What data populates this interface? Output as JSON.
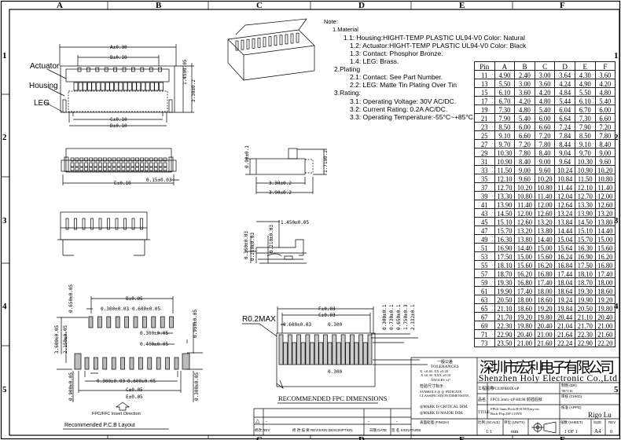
{
  "frame": {
    "columns": [
      "A",
      "B",
      "C",
      "D",
      "E",
      "F"
    ],
    "rows": [
      "1",
      "2",
      "3",
      "4",
      "5"
    ]
  },
  "labels": {
    "actuator": "Actuator",
    "housing": "Housing",
    "leg": "LEG"
  },
  "top_view": {
    "dim_a": "A±0.30",
    "dim_b": "B±0.10",
    "dim_c": "C±0.10",
    "dim_d": "D±0.10",
    "dim_h1": "1.45±0.05",
    "dim_h2": "3.30±0.2"
  },
  "front_view": {
    "dim_e": "E±0.10",
    "dim_pitch": "0.15±0.03"
  },
  "side_view": {
    "dim_h": "0.90±0.1",
    "dim_total_h": "1.71±0.2",
    "dim_w1": "3.30±0.2",
    "dim_w2": "3.90±0.2"
  },
  "contact_view": {
    "dim_1": "1.450±0.05",
    "dim_2": "0.360±0.03",
    "dim_3": "0.210±0.03",
    "dim_4": "0.210±0.03"
  },
  "pcb_layout": {
    "dim_b": "B±0.05",
    "dim_top_width": "0.300±0.03",
    "dim_top_pitch": "0.600±0.05",
    "dim_650": "0.650±0.05",
    "dim_300": "0.300±0.05",
    "dim_400": "0.400±0.05",
    "dim_950": "0.950±0.05",
    "dim_3600": "3.600±0.05",
    "dim_2150": "2.150±0.05",
    "dim_bottom_width": "0.300±0.03",
    "dim_bottom_pitch": "0.600±0.05",
    "dim_c": "C±0.05",
    "dim_e": "E±0.05",
    "dim_900": "0.900±0.05",
    "dim_300b": "0.300±0.05",
    "insert_direction": "FPC/FFC Insert Direction",
    "title": "Recommended P.C.B Layout"
  },
  "fpc": {
    "radius": "R0.2MAX",
    "dim_f": "F±0.03",
    "dim_c": "C±0.03",
    "dim_pitch": "0.600±0.03",
    "dim_width": "0.300",
    "dim_width2": "0.300",
    "dim_v1": "0.300±0.1",
    "dim_v2": "0.730±0.1",
    "dim_v3": "0.650±0.1",
    "dim_v4": "1.750±0.3",
    "dim_v5": "2.332±0.1",
    "title": "RECOMMENDED FPC DIMENSIONS"
  },
  "notes": {
    "heading": "Note:",
    "lines": [
      "1.Material",
      "1.1: Housing:HIGHT-TEMP  PLASTIC  UL94-V0   Color: Natural",
      "1.2: Actuator:HIGHT-TEMP  PLASTIC  UL94-V0   Color: Black",
      "1.3: Contact: Phosphor Bronze.",
      "1.4: LEG: Brass.",
      "2.Plating",
      "2.1: Contact: See Part Number.",
      "2.2: LEG: Matte Tin Plating Over Tin",
      "3.Rating:",
      "3.1: Operating Voltage: 30V AC/DC.",
      "3.2: Current Rating: 0.2A AC/DC.",
      "3.3: Operating Temperature:-55°C~+85°C."
    ]
  },
  "pin_table": {
    "headers": [
      "Pin",
      "A",
      "B",
      "C",
      "D",
      "E",
      "F"
    ],
    "rows": [
      [
        "11",
        "4.90",
        "2.40",
        "3.00",
        "3.64",
        "4.30",
        "3.60"
      ],
      [
        "13",
        "5.50",
        "3.00",
        "3.60",
        "4.24",
        "4.90",
        "4.20"
      ],
      [
        "15",
        "6.10",
        "3.60",
        "4.20",
        "4.84",
        "5.50",
        "4.80"
      ],
      [
        "17",
        "6.70",
        "4.20",
        "4.80",
        "5.44",
        "6.10",
        "5.40"
      ],
      [
        "19",
        "7.30",
        "4.80",
        "5.40",
        "6.04",
        "6.70",
        "6.00"
      ],
      [
        "21",
        "7.90",
        "5.40",
        "6.00",
        "6.64",
        "7.30",
        "6.60"
      ],
      [
        "23",
        "8.50",
        "6.00",
        "6.60",
        "7.24",
        "7.90",
        "7.20"
      ],
      [
        "25",
        "9.10",
        "6.60",
        "7.20",
        "7.84",
        "8.50",
        "7.80"
      ],
      [
        "27",
        "9.70",
        "7.20",
        "7.80",
        "8.44",
        "9.10",
        "8.40"
      ],
      [
        "29",
        "10.30",
        "7.80",
        "8.40",
        "9.04",
        "9.70",
        "9.00"
      ],
      [
        "31",
        "10.90",
        "8.40",
        "9.00",
        "9.64",
        "10.30",
        "9.60"
      ],
      [
        "33",
        "11.50",
        "9.00",
        "9.60",
        "10.24",
        "10.90",
        "10.20"
      ],
      [
        "35",
        "12.10",
        "9.60",
        "10.20",
        "10.84",
        "11.50",
        "10.80"
      ],
      [
        "37",
        "12.70",
        "10.20",
        "10.80",
        "11.44",
        "12.10",
        "11.40"
      ],
      [
        "39",
        "13.30",
        "10.80",
        "11.40",
        "12.04",
        "12.70",
        "12.00"
      ],
      [
        "41",
        "13.90",
        "11.40",
        "12.00",
        "12.64",
        "13.30",
        "12.60"
      ],
      [
        "43",
        "14.50",
        "12.00",
        "12.60",
        "13.24",
        "13.90",
        "13.20"
      ],
      [
        "45",
        "15.10",
        "12.60",
        "13.20",
        "13.84",
        "14.50",
        "13.80"
      ],
      [
        "47",
        "15.70",
        "13.20",
        "13.80",
        "14.44",
        "15.10",
        "14.40"
      ],
      [
        "49",
        "16.30",
        "13.80",
        "14.40",
        "15.04",
        "15.70",
        "15.00"
      ],
      [
        "51",
        "16.90",
        "14.40",
        "15.00",
        "15.64",
        "16.30",
        "15.60"
      ],
      [
        "53",
        "17.50",
        "15.00",
        "15.60",
        "16.24",
        "16.90",
        "16.20"
      ],
      [
        "55",
        "18.10",
        "15.60",
        "16.20",
        "16.84",
        "17.50",
        "16.80"
      ],
      [
        "57",
        "18.70",
        "16.20",
        "16.80",
        "17.44",
        "18.10",
        "17.40"
      ],
      [
        "59",
        "19.30",
        "16.80",
        "17.40",
        "18.04",
        "18.70",
        "18.00"
      ],
      [
        "61",
        "19.90",
        "17.40",
        "18.00",
        "18.64",
        "19.30",
        "18.60"
      ],
      [
        "63",
        "20.50",
        "18.00",
        "18.60",
        "19.24",
        "19.90",
        "19.20"
      ],
      [
        "65",
        "21.10",
        "18.60",
        "19.20",
        "19.84",
        "20.50",
        "19.80"
      ],
      [
        "67",
        "21.70",
        "19.20",
        "19.80",
        "20.44",
        "21.10",
        "20.40"
      ],
      [
        "69",
        "22.30",
        "19.80",
        "20.40",
        "21.04",
        "21.70",
        "21.00"
      ],
      [
        "71",
        "22.90",
        "20.40",
        "21.00",
        "21.64",
        "22.30",
        "21.60"
      ],
      [
        "73",
        "23.50",
        "21.00",
        "21.60",
        "22.24",
        "22.90",
        "22.20"
      ]
    ]
  },
  "title_block": {
    "tolerances_cn": "一般公差",
    "tolerances": "TOLERANCES",
    "tol_line1": "X. ±0.40   .XX ±0.20",
    "tol_line2": ".X ±0.30   .XXX ±0.10",
    "tol_angles": "ANGLES      ±2°",
    "company_cn": "深圳市宏利电子有限公司",
    "company_en": "Shenzhen Holy Electronic Co.,Ltd",
    "inspect_cn": "检验尺寸标示",
    "symbols": "SYMBOLS ◎ ◎ INDICATE",
    "classification": "CLASSIFICATION  DIMENSION",
    "critical": "◎MARK IS CRITICAL DIM.",
    "major": "◎MARK IS MAJOR DIM.",
    "drawing_no_label": "工程图号",
    "drawing_no": "FPC0309BHX-nP",
    "part_name_label": "品名",
    "part_name": "FPC0.3mm -nP H0.98 前插后掀",
    "title_label": "TITLE",
    "title_line1": "FPC0.3mm Pitch H=0.98 Easy-on",
    "title_line2": "Back-Flip ZIF CONN",
    "drawn_label": "制图 (DR)",
    "drawn_date": "'08/5/16",
    "checked_label": "审核 (CHKD)",
    "approved_label": "核准 (APPD)",
    "approved_by": "Rigo Lu",
    "finish_label": "表面处理 (FINISH)",
    "scale_label": "比例 (SCALE)",
    "scale": "1:1",
    "units_label": "单位 (UNITS)",
    "units": "mm",
    "sheet_label": "张数 (SHEET)",
    "sheet": "1 OF 1",
    "size_label": "SIZE",
    "size": "A4",
    "rev_label": "REV",
    "rev": "0"
  },
  "revision_block": {
    "row_symbol": "△",
    "row_desc": "-",
    "row_date": "-",
    "row_sign": "-",
    "rev_label": "修改 REV",
    "desc_label": "修 改 描 要 REVISION DESCRIPTION",
    "date_label": "日期 DATE",
    "sign_label": "签 名 SIGNATURE"
  }
}
